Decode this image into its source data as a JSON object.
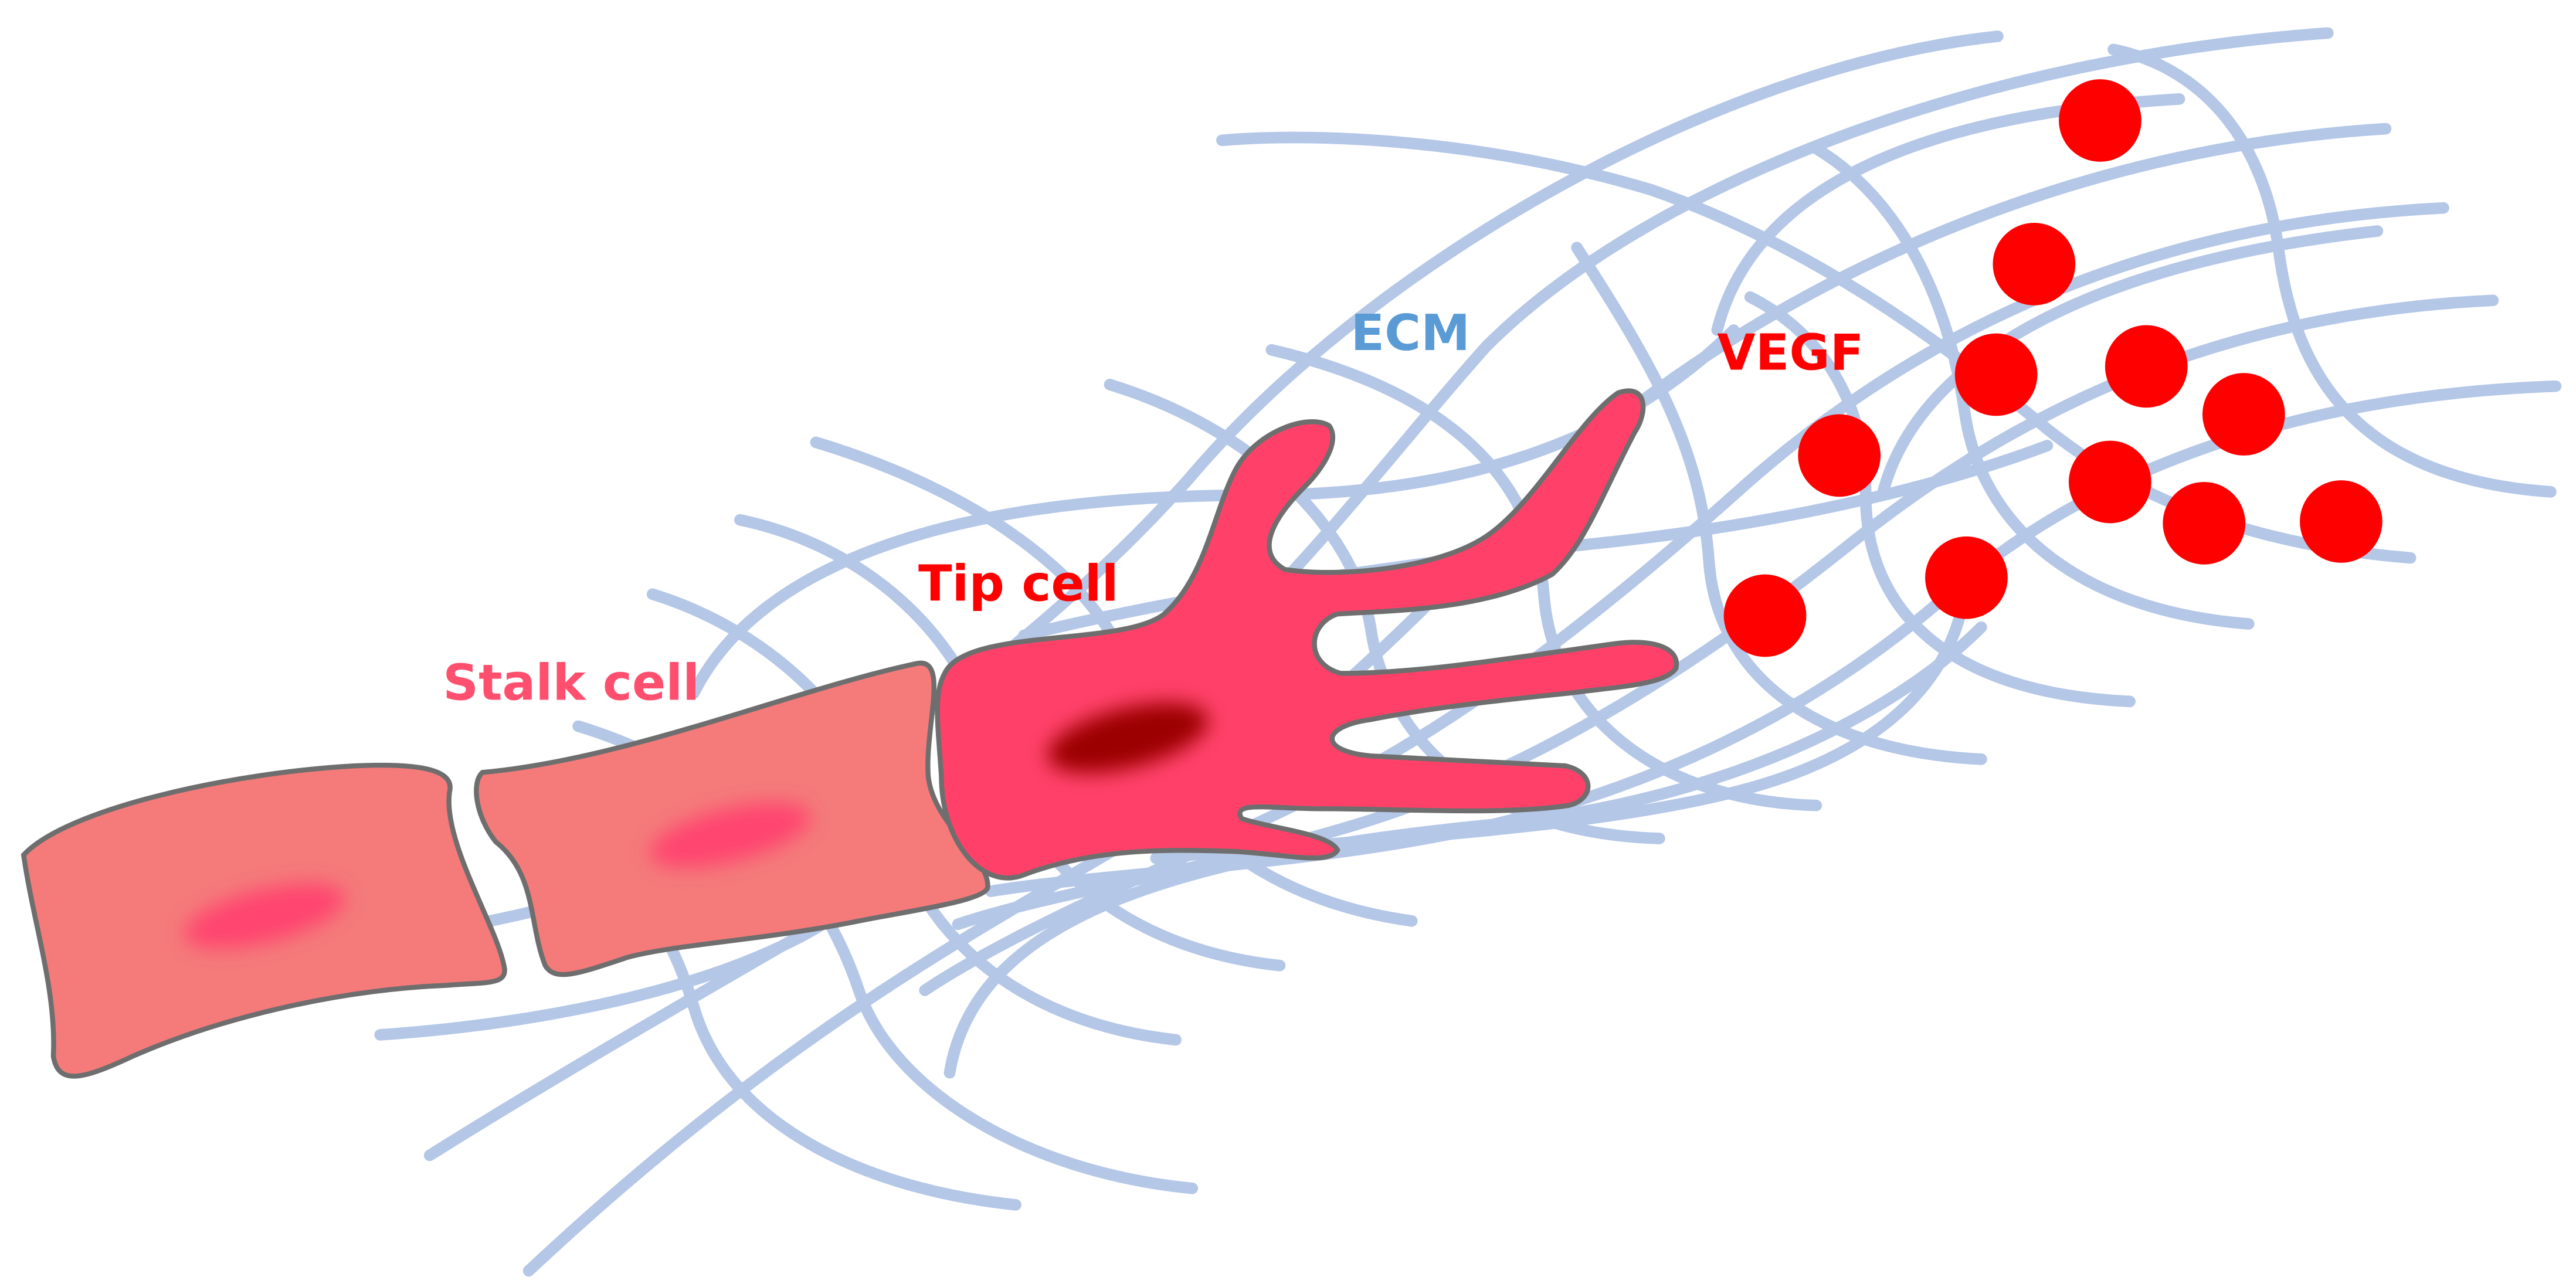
{
  "labels": {
    "stalk_cell": "Stalk cell",
    "tip_cell": "Tip cell",
    "ecm": "ECM",
    "vegf": "VEGF"
  },
  "colors": {
    "stalk_cell_label": "#ff4f6e",
    "tip_cell_label": "#ff0000",
    "ecm_label": "#5b9bd5",
    "vegf_label": "#ff0000",
    "ecm_fibers": "#b4c7e7",
    "stalk_cell_body": "#f47b7a",
    "stalk_nucleus": "#ff4470",
    "tip_cell_body": "#ff4169",
    "tip_nucleus": "#9c0000",
    "cell_outline": "#6e6e6e",
    "vegf_molecule": "#ff0000"
  },
  "icons": {
    "vegf_molecule": "red-filled-circle"
  }
}
